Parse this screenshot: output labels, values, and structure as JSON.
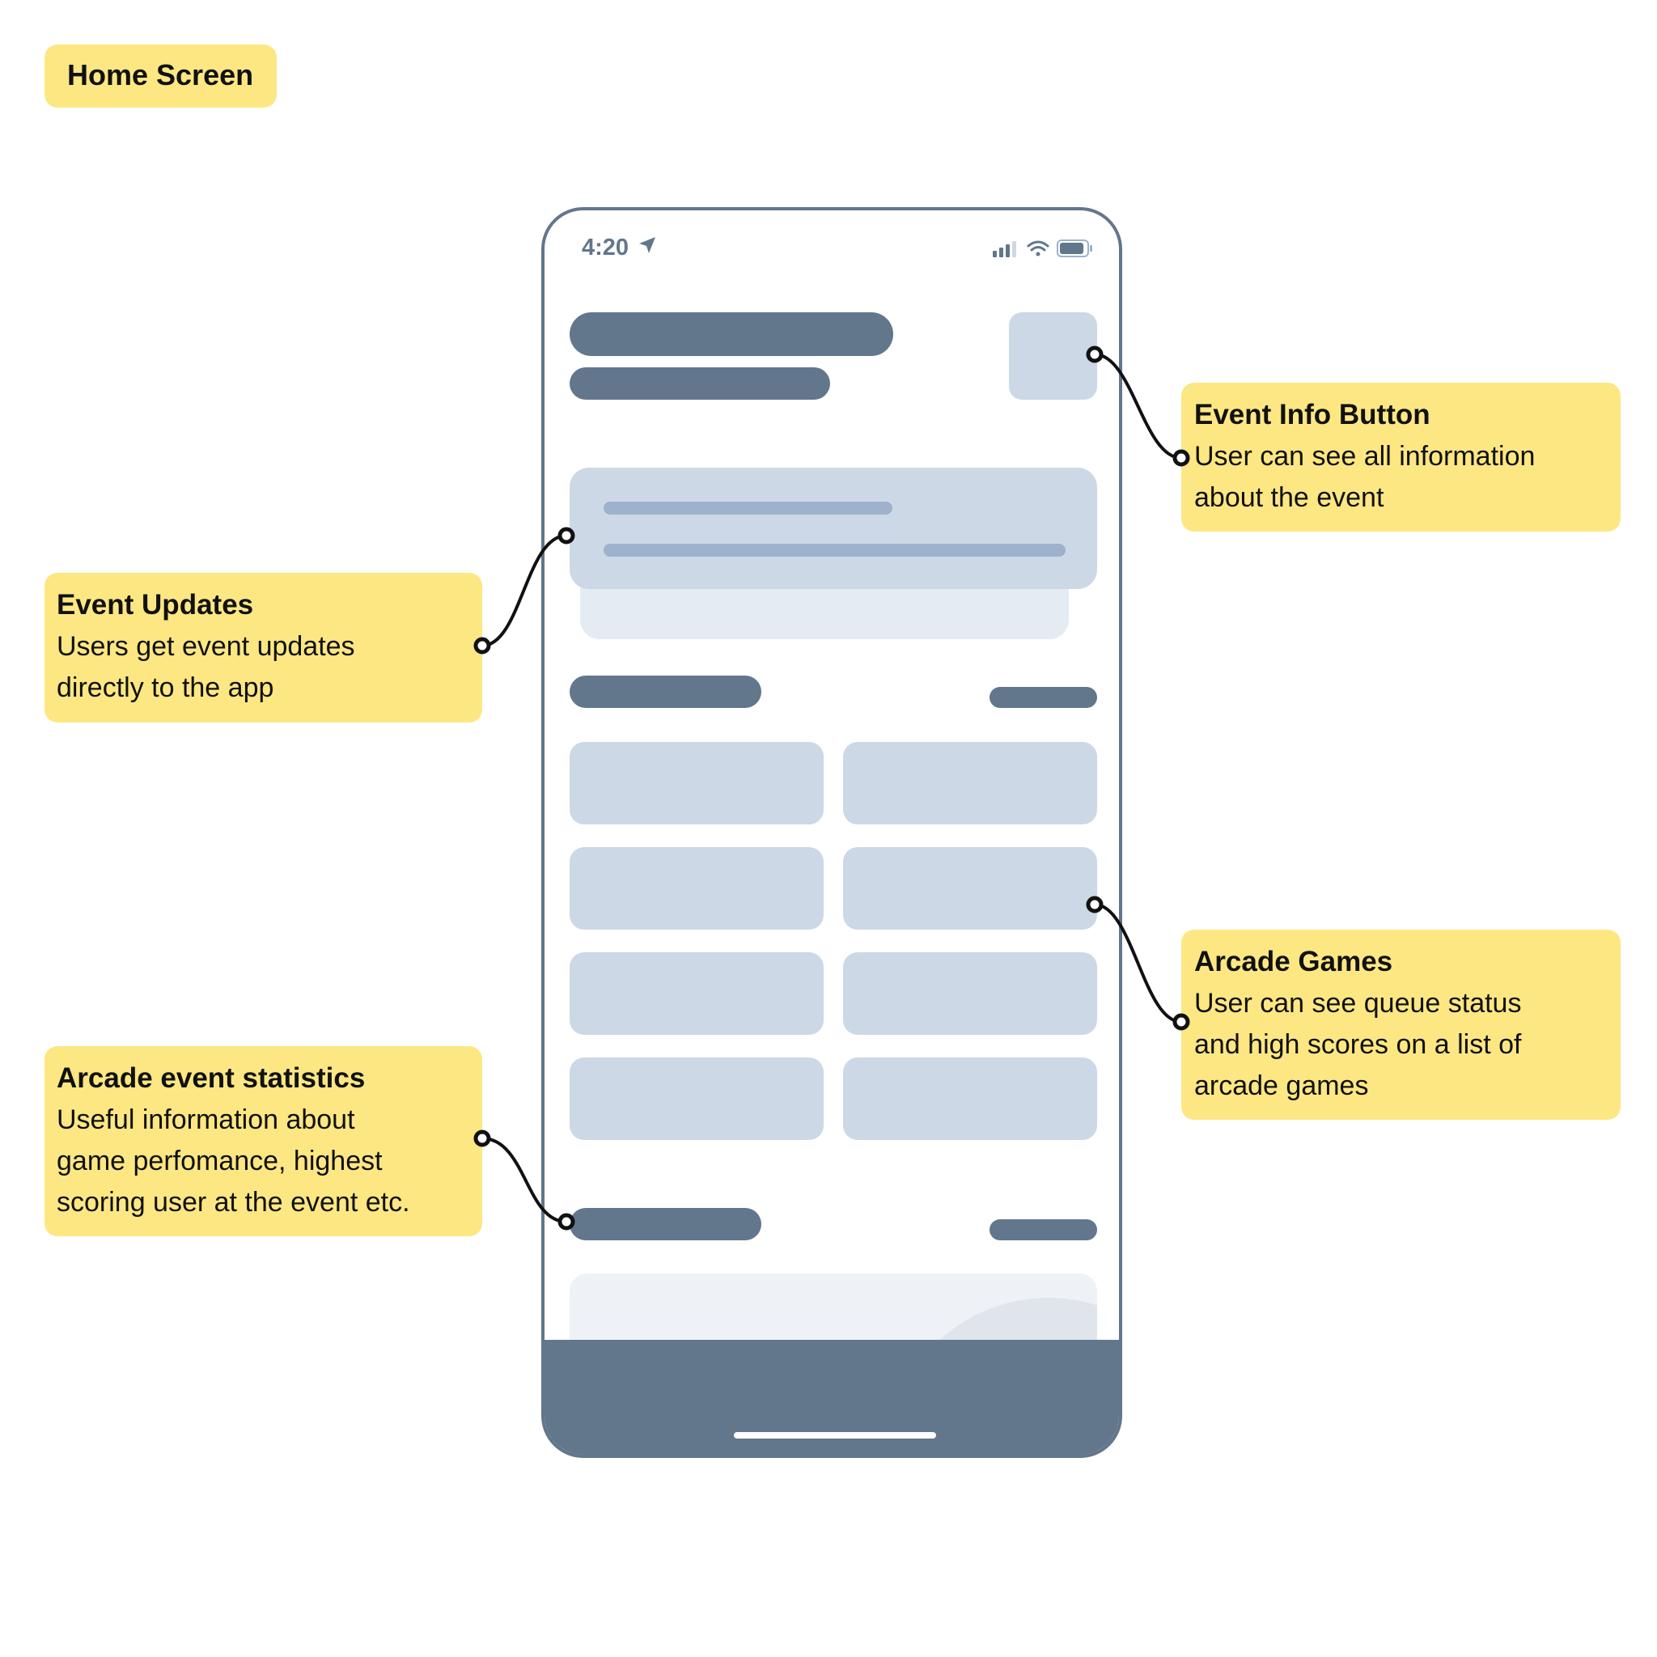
{
  "screen_title": "Home Screen",
  "status_bar": {
    "time": "4:20",
    "location_icon": "location-arrow-icon",
    "signal_icon": "cellular-signal-icon",
    "wifi_icon": "wifi-icon",
    "battery_icon": "battery-icon"
  },
  "callouts": {
    "event_updates": {
      "title": "Event Updates",
      "lines": [
        "Users get event updates",
        "directly to the app"
      ]
    },
    "event_stats": {
      "title": "Arcade event statistics",
      "lines": [
        "Useful information about",
        "game perfomance, highest",
        "scoring user at the event etc."
      ]
    },
    "event_info": {
      "title": "Event Info Button",
      "lines": [
        "User can see all information",
        "about the event"
      ]
    },
    "arcade_games": {
      "title": "Arcade Games",
      "lines": [
        "User can see queue status",
        "and high scores on a list of",
        "arcade games"
      ]
    }
  },
  "colors": {
    "callout": "#fde783",
    "phone_frame": "#62768c",
    "skeleton": "#cdd8e6",
    "skeleton_line": "#9eb2cd",
    "connector": "#111111"
  }
}
